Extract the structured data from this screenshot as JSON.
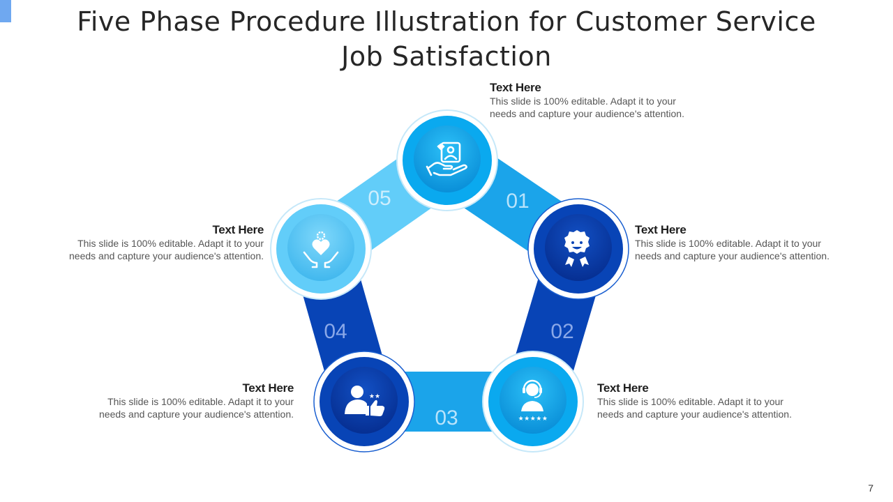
{
  "title": "Five Phase Procedure Illustration for Customer Service Job Satisfaction",
  "page_number": "7",
  "colors": {
    "light": "#62cdf9",
    "mid": "#1ba4ea",
    "bright": "#0aa9ef",
    "dark": "#0844b6",
    "ring": "#d6effb"
  },
  "phases": [
    {
      "number": "01",
      "heading": "Text Here",
      "body": "This slide is 100% editable. Adapt it to your needs and capture your audience's attention.",
      "icon": "hand-holding-id-card-icon"
    },
    {
      "number": "02",
      "heading": "Text Here",
      "body": "This slide is 100% editable. Adapt it to your needs and capture your audience's attention.",
      "icon": "smiling-award-badge-icon"
    },
    {
      "number": "03",
      "heading": "Text Here",
      "body": "This slide is 100% editable. Adapt it to your needs and capture your audience's attention.",
      "icon": "headset-agent-five-stars-icon"
    },
    {
      "number": "04",
      "heading": "Text Here",
      "body": "This slide is 100% editable. Adapt it to your needs and capture your audience's attention.",
      "icon": "user-thumbs-up-rating-icon"
    },
    {
      "number": "05",
      "heading": "Text Here",
      "body": "This slide is 100% editable. Adapt it to your needs and capture your audience's attention.",
      "icon": "hands-holding-heart-gear-icon"
    }
  ]
}
